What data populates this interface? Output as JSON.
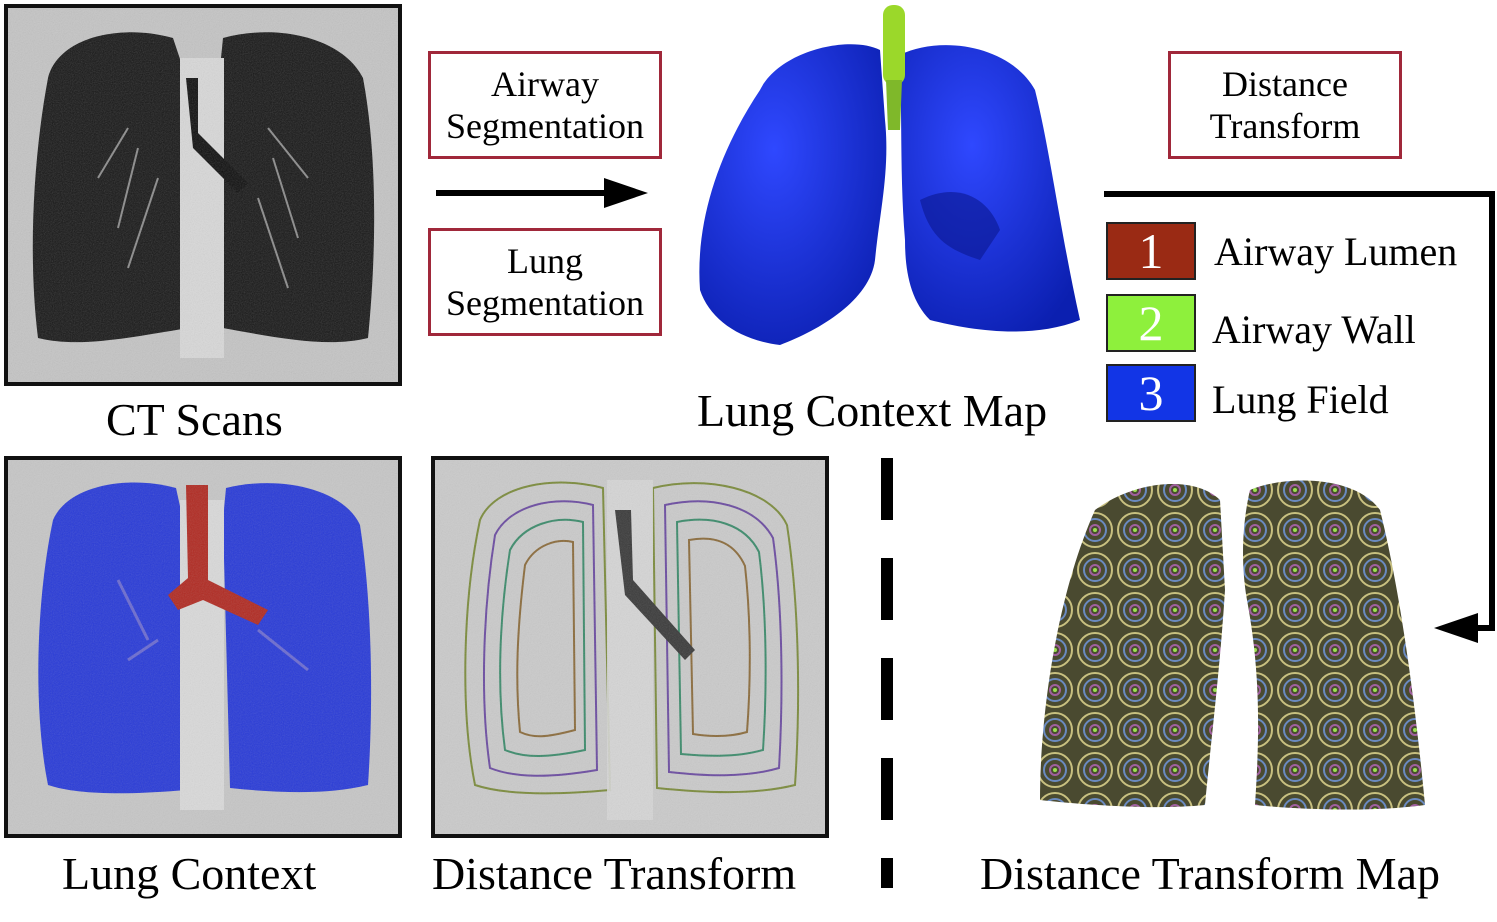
{
  "captions": {
    "ct_scans": "CT Scans",
    "lung_context_map": "Lung Context Map",
    "lung_context": "Lung Context",
    "distance_transform": "Distance Transform",
    "distance_transform_map": "Distance Transform Map"
  },
  "process_boxes": {
    "airway_segmentation": [
      "Airway",
      "Segmentation"
    ],
    "lung_segmentation": [
      "Lung",
      "Segmentation"
    ],
    "distance_transform": [
      "Distance",
      "Transform"
    ]
  },
  "legend": [
    {
      "number": "1",
      "label": "Airway Lumen",
      "color": "#9a2a14"
    },
    {
      "number": "2",
      "label": "Airway Wall",
      "color": "#8ef03c"
    },
    {
      "number": "3",
      "label": "Lung Field",
      "color": "#1235e6"
    }
  ],
  "colors": {
    "box_border": "#a0283a",
    "lung_blue": "#1a2ed8",
    "airway_red": "#b02a22"
  }
}
